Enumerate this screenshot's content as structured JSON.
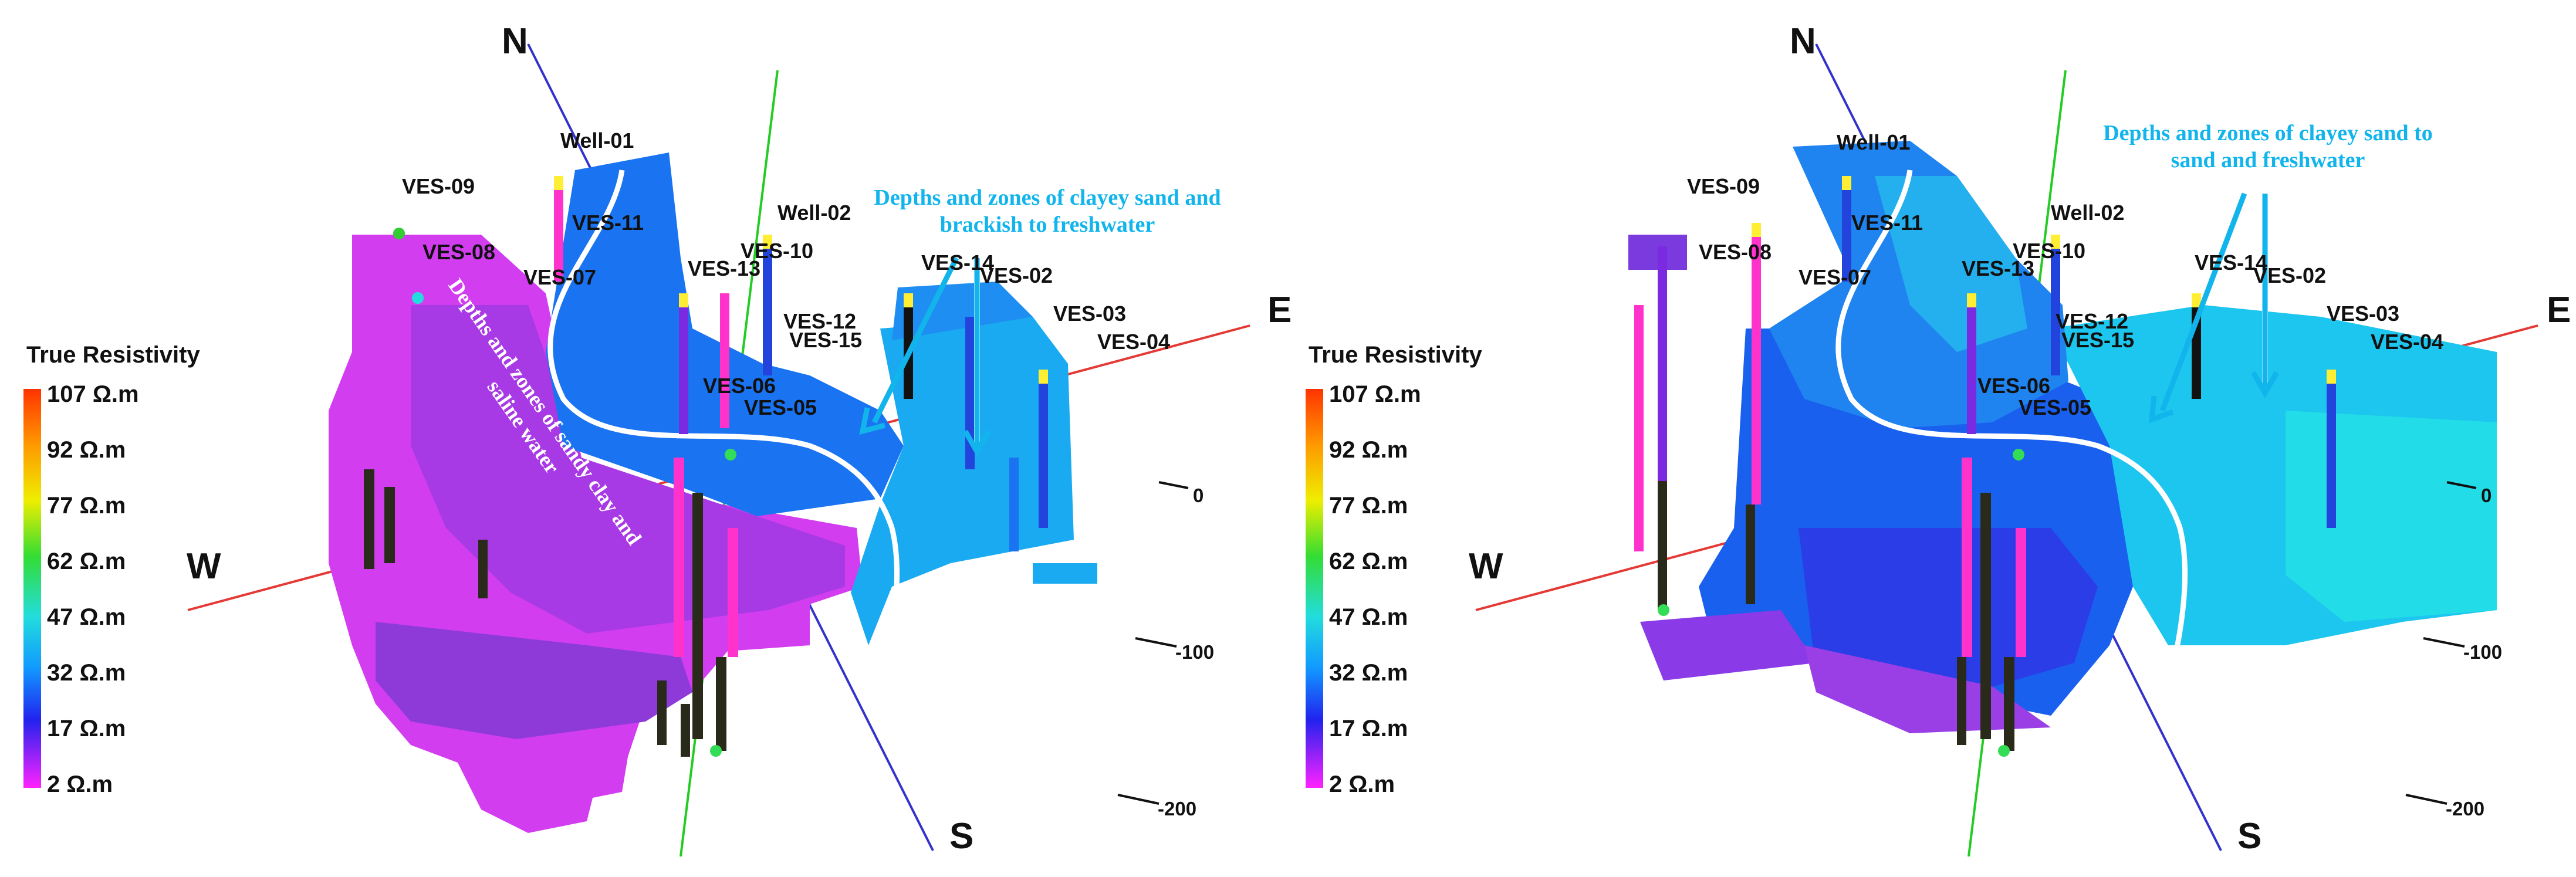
{
  "compass": {
    "north": "N",
    "south": "S",
    "east": "E",
    "west": "W"
  },
  "legend": {
    "title": "True Resistivity",
    "ticks": [
      "107 Ω.m",
      "92 Ω.m",
      "77 Ω.m",
      "62 Ω.m",
      "47 Ω.m",
      "32 Ω.m",
      "17 Ω.m",
      "2 Ω.m"
    ],
    "colors": [
      "#ff3300",
      "#ff9900",
      "#eeee00",
      "#33dd33",
      "#22dddd",
      "#1199ff",
      "#2222ee",
      "#ff22ff"
    ]
  },
  "depth_ticks": [
    "0",
    "-100",
    "-200"
  ],
  "panels": [
    {
      "id": "left",
      "wells": [
        "Well-01",
        "VES-09",
        "VES-08",
        "VES-11",
        "VES-07",
        "VES-13",
        "VES-10",
        "Well-02",
        "VES-12",
        "VES-15",
        "VES-14",
        "VES-02",
        "VES-03",
        "VES-04",
        "VES-06",
        "VES-05"
      ],
      "annotation": "Depths and zones of clayey sand and brackish to freshwater",
      "rotated_annotation": "Depths and zones of sandy clay and saline water"
    },
    {
      "id": "right",
      "wells": [
        "Well-01",
        "VES-09",
        "VES-08",
        "VES-11",
        "VES-07",
        "VES-13",
        "VES-10",
        "Well-02",
        "VES-12",
        "VES-15",
        "VES-14",
        "VES-02",
        "VES-03",
        "VES-04",
        "VES-06",
        "VES-05"
      ],
      "annotation": "Depths and zones of clayey sand to sand and freshwater"
    }
  ]
}
